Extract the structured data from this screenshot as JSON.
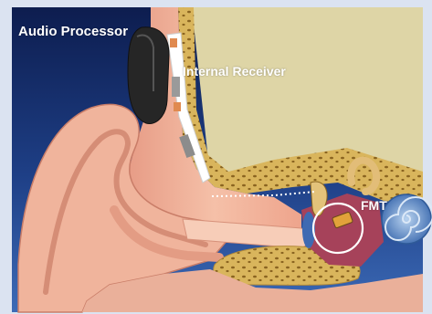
{
  "labels": {
    "audio_processor": "Audio Processor",
    "internal_receiver": "Internal Receiver",
    "fmt": "FMT"
  },
  "colors": {
    "frame": "#dbe3f1",
    "background_dark": "#0d1d4f",
    "background_mid": "#2c57a6",
    "skin": "#f2b8a0",
    "bone": "#d7b45a",
    "brain": "#ded5a6",
    "cochlea": "#5f89c4",
    "processor": "#2a2a2a",
    "label_text": "#ffffff"
  }
}
